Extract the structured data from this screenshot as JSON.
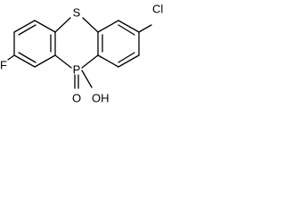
{
  "molecule": {
    "atoms": {
      "sulfur": "S",
      "chlorine": "Cl",
      "fluorine": "F",
      "phosphorus": "P",
      "oxygen": "O",
      "hydroxyl": "OH"
    }
  }
}
